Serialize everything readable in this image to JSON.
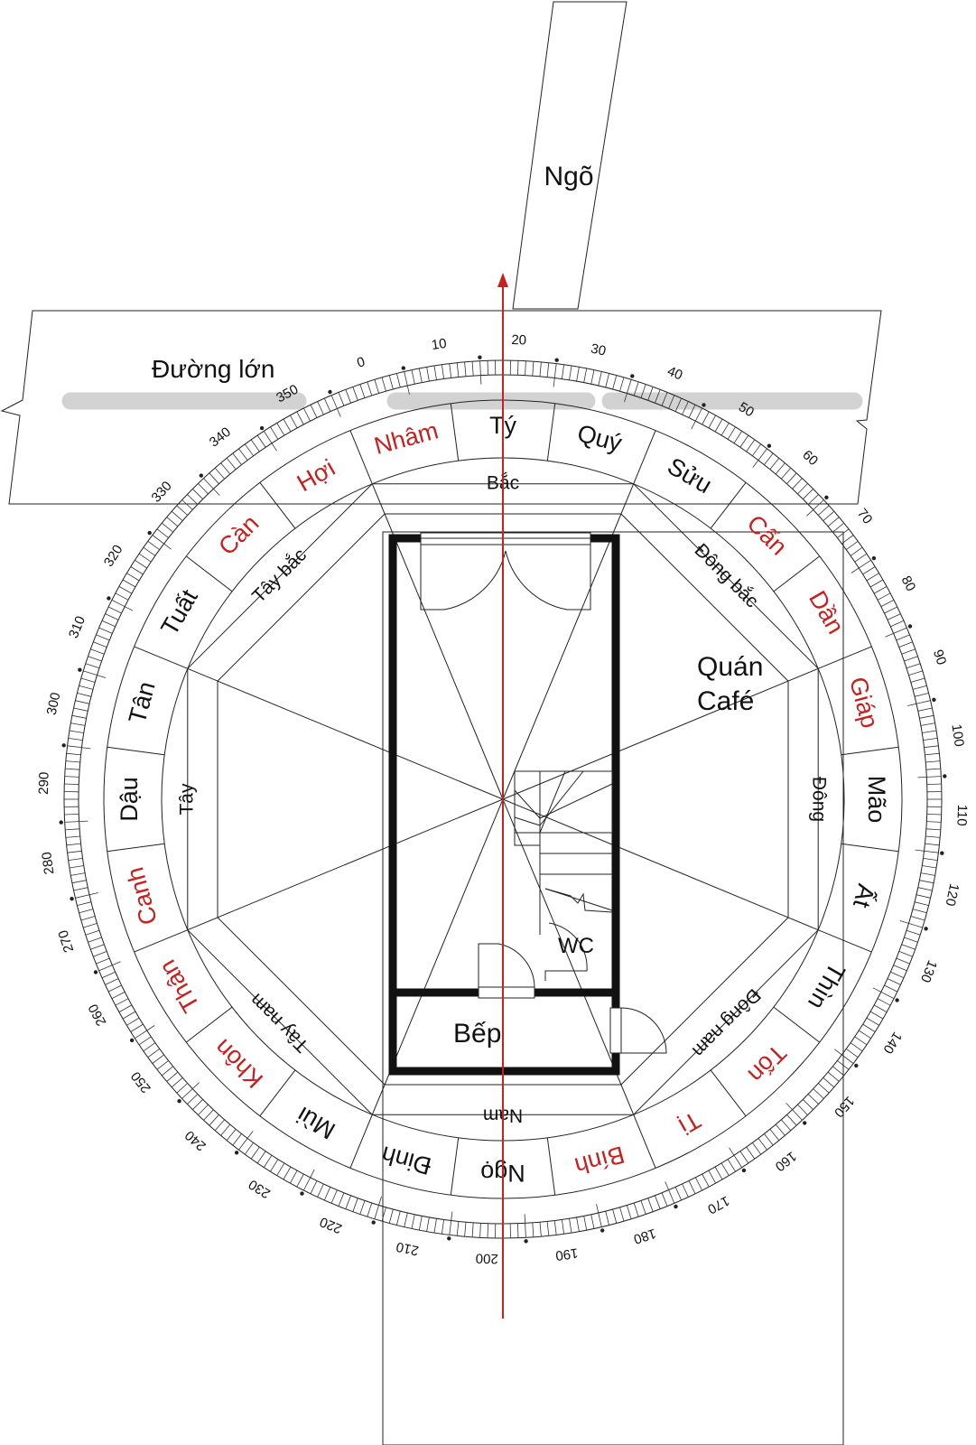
{
  "labels": {
    "alley": "Ngõ",
    "main_road": "Đường lớn",
    "cafe_line1": "Quán",
    "cafe_line2": "Café",
    "wc": "WC",
    "kitchen": "Bếp"
  },
  "directions": [
    "Bắc",
    "Đông bắc",
    "Đông",
    "Đông nam",
    "Nam",
    "Tây nam",
    "Tây",
    "Tây bắc"
  ],
  "sectors": [
    {
      "name": "Quý",
      "highlight": false
    },
    {
      "name": "Sửu",
      "highlight": false
    },
    {
      "name": "Cấn",
      "highlight": true
    },
    {
      "name": "Dần",
      "highlight": true
    },
    {
      "name": "Giáp",
      "highlight": true
    },
    {
      "name": "Mão",
      "highlight": false
    },
    {
      "name": "Ất",
      "highlight": false
    },
    {
      "name": "Thìn",
      "highlight": false
    },
    {
      "name": "Tốn",
      "highlight": true
    },
    {
      "name": "Tị",
      "highlight": true
    },
    {
      "name": "Bính",
      "highlight": true
    },
    {
      "name": "Ngọ",
      "highlight": false
    },
    {
      "name": "Đinh",
      "highlight": false
    },
    {
      "name": "Mùi",
      "highlight": false
    },
    {
      "name": "Khôn",
      "highlight": true
    },
    {
      "name": "Thân",
      "highlight": true
    },
    {
      "name": "Canh",
      "highlight": true
    },
    {
      "name": "Dậu",
      "highlight": false
    },
    {
      "name": "Tân",
      "highlight": false
    },
    {
      "name": "Tuất",
      "highlight": false
    },
    {
      "name": "Càn",
      "highlight": true
    },
    {
      "name": "Hợi",
      "highlight": true
    },
    {
      "name": "Nhâm",
      "highlight": true
    },
    {
      "name": "Tý",
      "highlight": false
    }
  ],
  "degree_labels": [
    "0",
    "10",
    "20",
    "30",
    "40",
    "50",
    "60",
    "70",
    "80",
    "90",
    "100",
    "110",
    "120",
    "130",
    "140",
    "150",
    "160",
    "170",
    "180",
    "190",
    "200",
    "210",
    "220",
    "230",
    "240",
    "250",
    "260",
    "270",
    "280",
    "290",
    "300",
    "310",
    "320",
    "330",
    "340",
    "350"
  ],
  "colors": {
    "highlight": "#c8201e",
    "normal": "#111111",
    "axis_arrow": "#c8201e",
    "road_center": "#d2d2d2"
  },
  "icons": [
    "north-arrow-icon",
    "door-swing-icon",
    "staircase-icon"
  ]
}
